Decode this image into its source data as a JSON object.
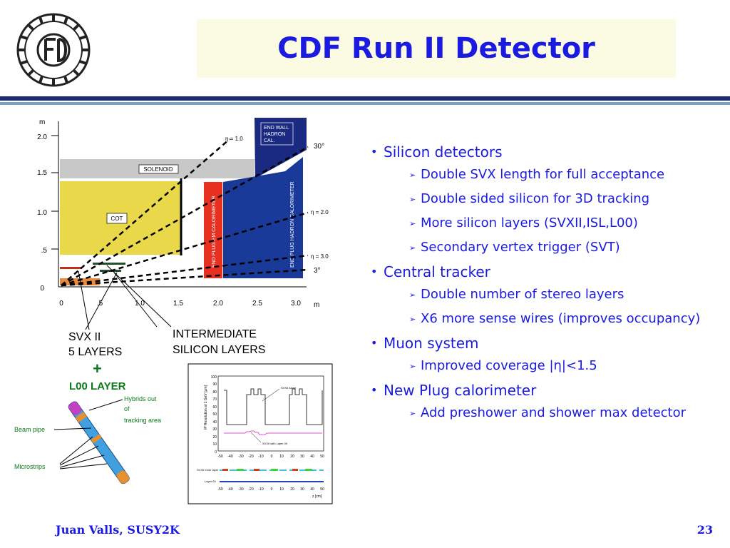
{
  "slide": {
    "title": "CDF Run II Detector",
    "footer_author": "Juan Valls, SUSY2K",
    "page_number": "23"
  },
  "colors": {
    "title": "#1a1ae0",
    "rule_dark": "#1a2a70",
    "rule_light": "#7aa0c8",
    "solenoid": "#c8c8c8",
    "cot": "#e8d84a",
    "em_cal": "#e83020",
    "hadron_cal": "#1a3a9a",
    "end_wall": "#1a2a80"
  },
  "diagram": {
    "y_unit": "m",
    "x_unit": "m",
    "y_ticks": [
      "2.0",
      "1.5",
      "1.0",
      ".5",
      "0"
    ],
    "x_ticks": [
      "0",
      ".5",
      "1.0",
      "1.5",
      "2.0",
      "2.5",
      "3.0"
    ],
    "solenoid_label": "SOLENOID",
    "cot_label": "COT",
    "end_wall_label": [
      "END WALL",
      "HADRON",
      "CAL."
    ],
    "em_cal_label": "END PLUG EM CALORIMETER",
    "hadron_cal_label": "END PLUG HADRON CALORIMETER",
    "eta_labels": [
      "η = 1.0",
      "η = 2.0",
      "η = 3.0"
    ],
    "angle_labels": [
      "30°",
      "3°"
    ],
    "svx_label": [
      "SVX II",
      "5 LAYERS"
    ],
    "intermediate_label": [
      "INTERMEDIATE",
      "SILICON LAYERS"
    ],
    "plus": "+",
    "l00_label": "L00 LAYER",
    "hybrids_label": [
      "Hybrids out",
      "of",
      "tracking area"
    ],
    "beam_pipe_label": "Beam pipe",
    "microstrips_label": "Microstrips"
  },
  "inset": {
    "ylabel": "IP Resolution at 1 GeV [μm]",
    "y_ticks": [
      "100",
      "90",
      "80",
      "70",
      "60",
      "50",
      "40",
      "30",
      "20",
      "10",
      "0"
    ],
    "x_ticks": [
      "-50",
      "-40",
      "-30",
      "-20",
      "-10",
      "0",
      "10",
      "20",
      "30",
      "40",
      "50"
    ],
    "curve_label_top": "SVXII Alone",
    "curve_label_bottom": "SVXII with Layer 00",
    "strip_label_1": "SVXII Inner layer",
    "strip_label_2": "Layer 00",
    "xlabel": "z [cm]"
  },
  "bullets": [
    {
      "text": "Silicon detectors",
      "subs": [
        "Double SVX length for full acceptance",
        "Double sided silicon for 3D tracking",
        "More silicon layers (SVXII,ISL,L00)",
        "Secondary vertex trigger (SVT)"
      ]
    },
    {
      "text": "Central tracker",
      "subs": [
        "Double number of stereo layers",
        "X6 more sense wires (improves occupancy)"
      ]
    },
    {
      "text": "Muon system",
      "subs": [
        "Improved coverage |η|<1.5"
      ]
    },
    {
      "text": "New Plug calorimeter",
      "subs": [
        "Add preshower and shower max detector"
      ]
    }
  ]
}
